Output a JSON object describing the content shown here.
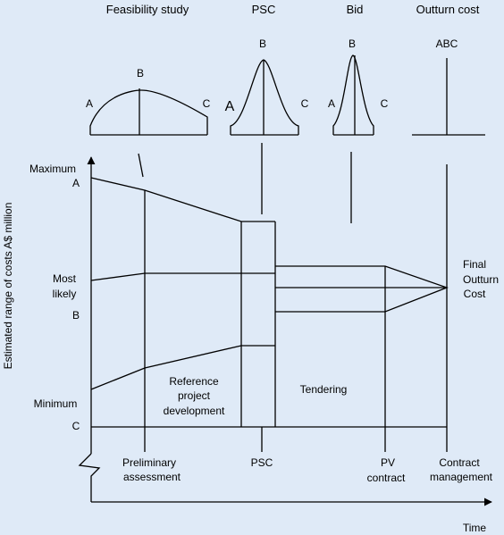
{
  "colors": {
    "background": "#dfeaf7",
    "line": "#000000"
  },
  "top_headers": {
    "feasibility": "Feasibility study",
    "psc": "PSC",
    "bid": "Bid",
    "outturn": "Outturn cost"
  },
  "distributions": {
    "feasibility": {
      "a": "A",
      "b": "B",
      "c": "C"
    },
    "psc": {
      "a": "A",
      "b": "B",
      "c": "C"
    },
    "bid": {
      "a": "A",
      "b": "B",
      "c": "C"
    },
    "outturn": {
      "abc": "ABC"
    }
  },
  "y_axis": {
    "label": "Estimated range of costs A$ million",
    "maximum": "Maximum",
    "a": "A",
    "most": "Most",
    "likely": "likely",
    "b": "B",
    "minimum": "Minimum",
    "c": "C"
  },
  "regions": {
    "reference_1": "Reference",
    "reference_2": "project",
    "reference_3": "development",
    "tendering": "Tendering"
  },
  "final": {
    "line1": "Final",
    "line2": "Outturn",
    "line3": "Cost"
  },
  "x_axis": {
    "preliminary_1": "Preliminary",
    "preliminary_2": "assessment",
    "psc": "PSC",
    "pv_1": "PV",
    "pv_2": "contract",
    "contract_1": "Contract",
    "contract_2": "management",
    "time": "Time"
  }
}
